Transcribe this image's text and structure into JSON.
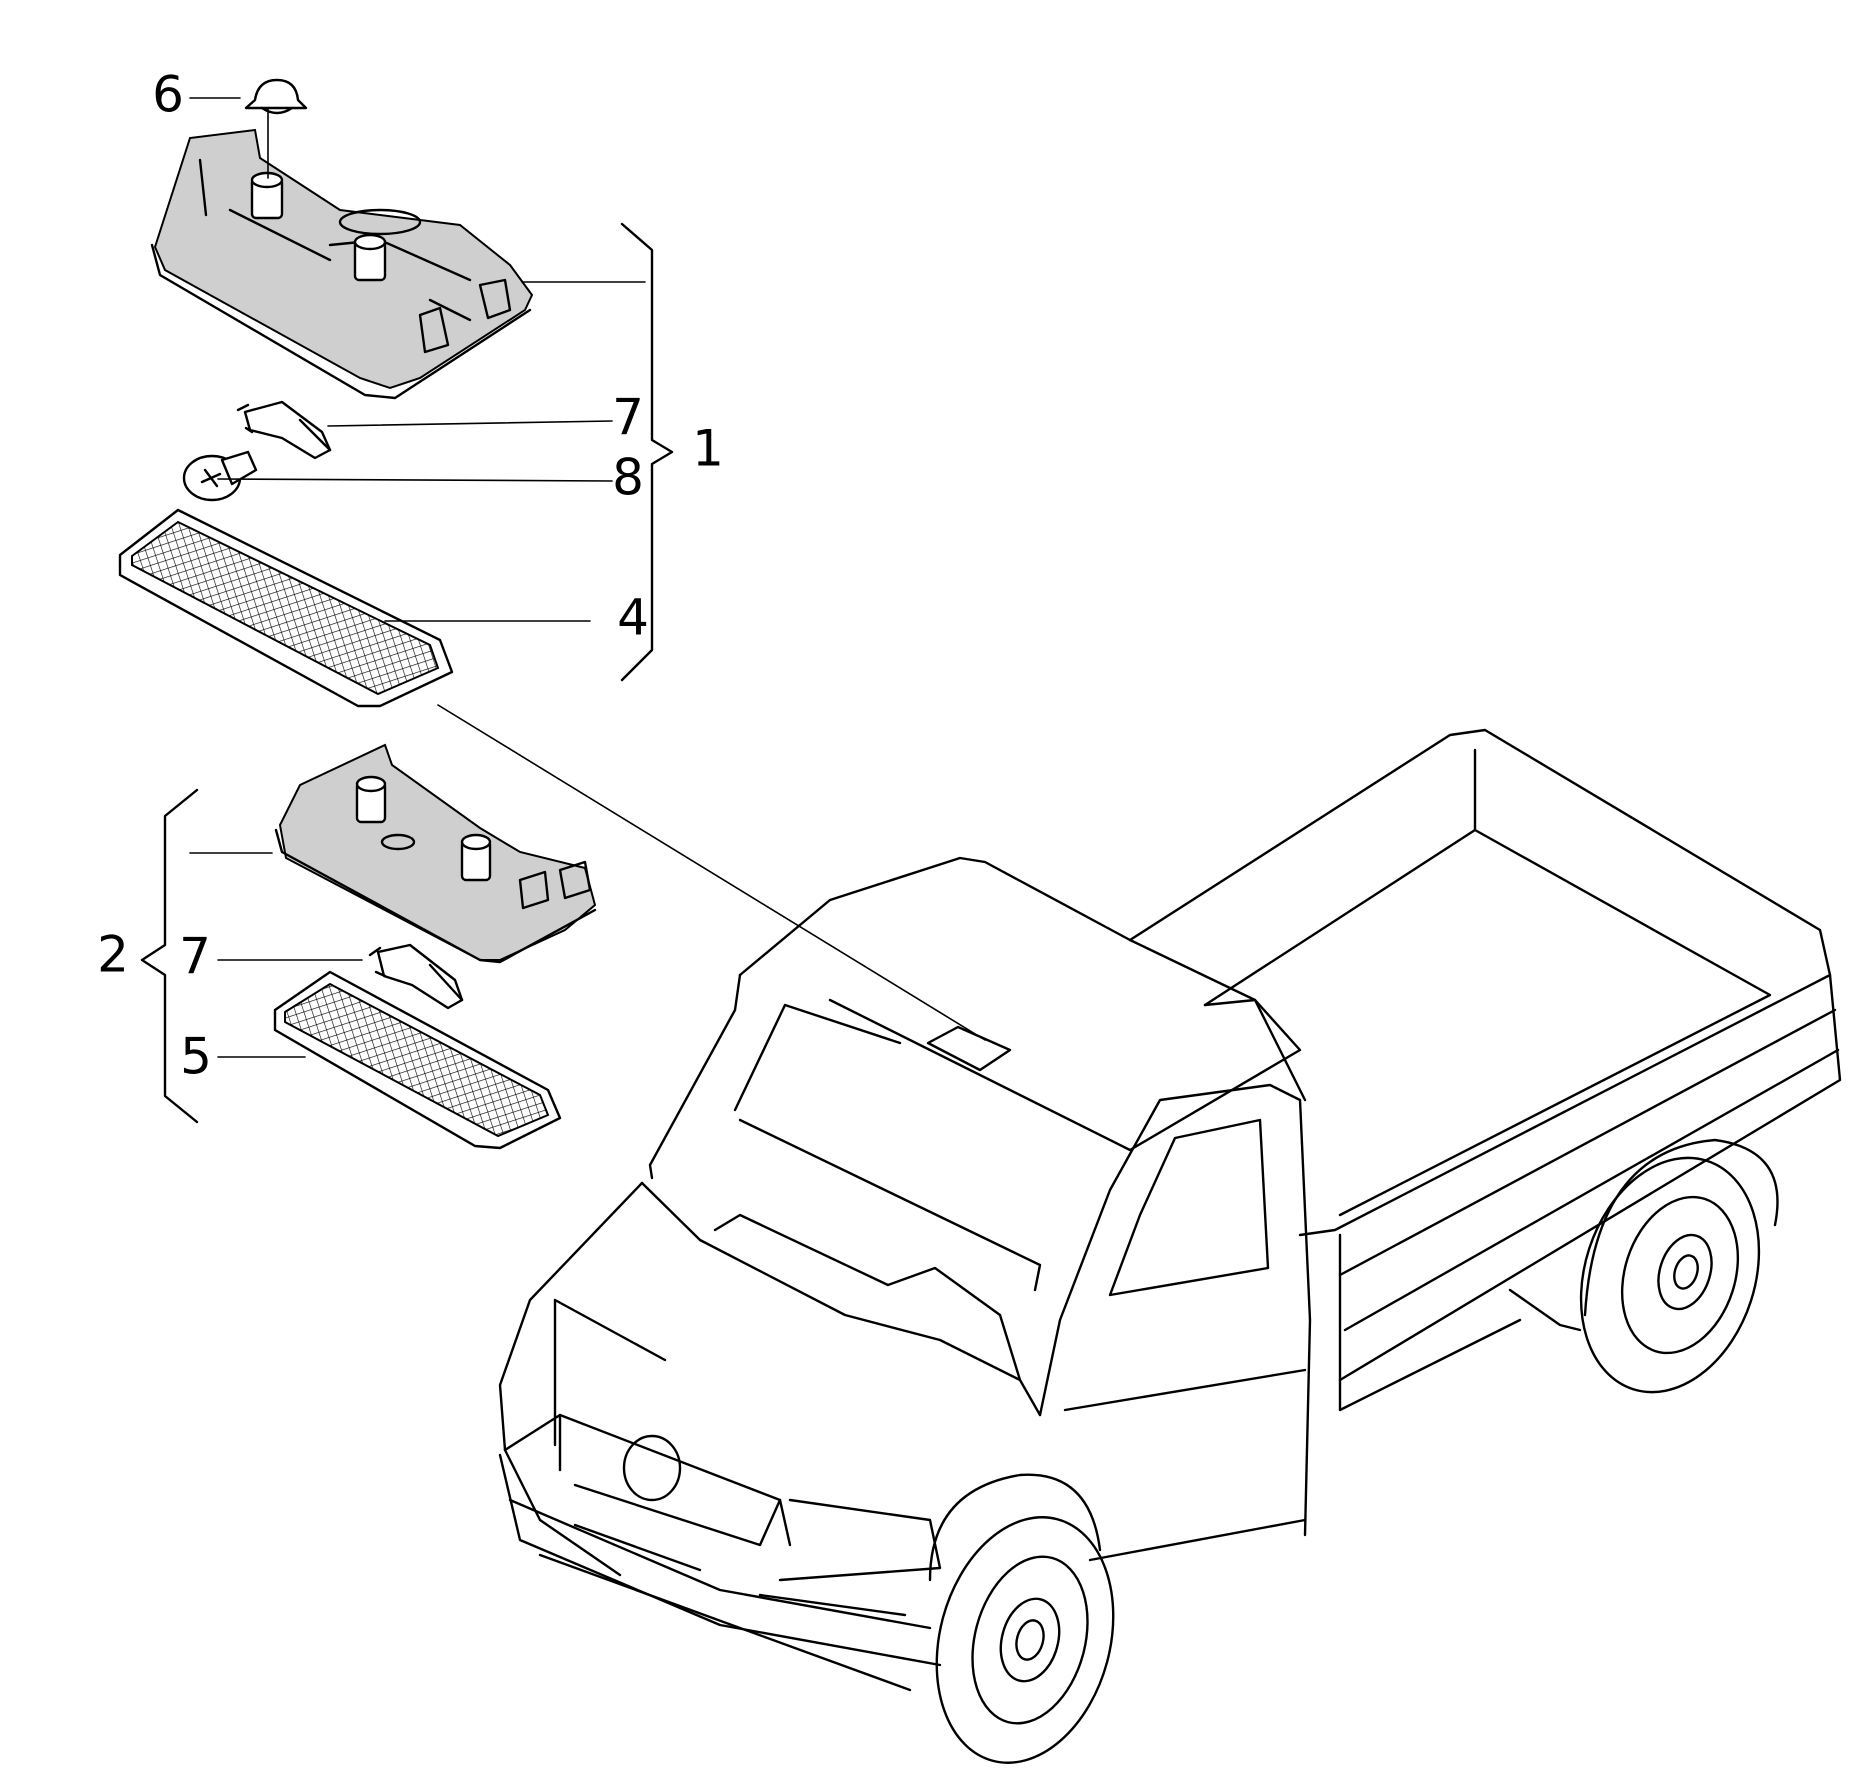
{
  "callouts": {
    "n1": "1",
    "n2": "2",
    "n4": "4",
    "n5": "5",
    "n6": "6",
    "n7a": "7",
    "n7b": "7",
    "n8": "8"
  },
  "icons": {
    "truck": "pickup-truck-icon",
    "dome_light": "dome-light-housing-icon"
  }
}
